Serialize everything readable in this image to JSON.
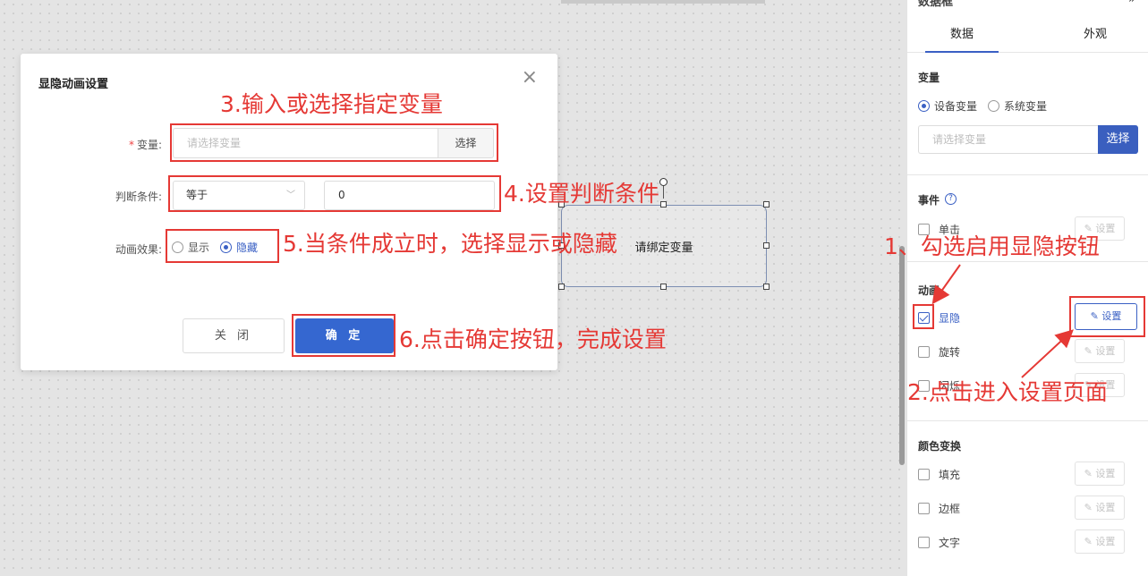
{
  "canvas": {
    "widget_text": "请绑定变量"
  },
  "right_panel": {
    "header": "数据框",
    "tabs": [
      "数据",
      "外观"
    ],
    "variable_section": {
      "title": "变量",
      "radio_options": [
        "设备变量",
        "系统变量"
      ],
      "selected_option": "设备变量",
      "input_placeholder": "请选择变量",
      "select_button": "选择"
    },
    "event_section": {
      "title": "事件",
      "items": [
        {
          "label": "单击",
          "checked": false,
          "button": "设置"
        }
      ]
    },
    "animation_section": {
      "title": "动画",
      "items": [
        {
          "label": "显隐",
          "checked": true,
          "button": "设置"
        },
        {
          "label": "旋转",
          "checked": false,
          "button": "设置"
        },
        {
          "label": "闪烁",
          "checked": false,
          "button": "设置"
        }
      ]
    },
    "color_section": {
      "title": "颜色变换",
      "items": [
        {
          "label": "填充",
          "checked": false,
          "button": "设置"
        },
        {
          "label": "边框",
          "checked": false,
          "button": "设置"
        },
        {
          "label": "文字",
          "checked": false,
          "button": "设置"
        }
      ]
    }
  },
  "modal": {
    "title": "显隐动画设置",
    "close_icon": "×",
    "variable_label": "变量:",
    "required_mark": "*",
    "variable_placeholder": "请选择变量",
    "variable_button": "选择",
    "condition_label": "判断条件:",
    "condition_value": "等于",
    "condition_input": "0",
    "effect_label": "动画效果:",
    "effect_options": [
      "显示",
      "隐藏"
    ],
    "effect_selected": "隐藏",
    "cancel_button": "关 闭",
    "ok_button": "确 定"
  },
  "annotations": {
    "step1": "1、勾选启用显隐按钮",
    "step2": "2.点击进入设置页面",
    "step3": "3.输入或选择指定变量",
    "step4": "4.设置判断条件",
    "step5": "5.当条件成立时，选择显示或隐藏",
    "step6": "6.点击确定按钮，完成设置",
    "color": "#e53935"
  }
}
